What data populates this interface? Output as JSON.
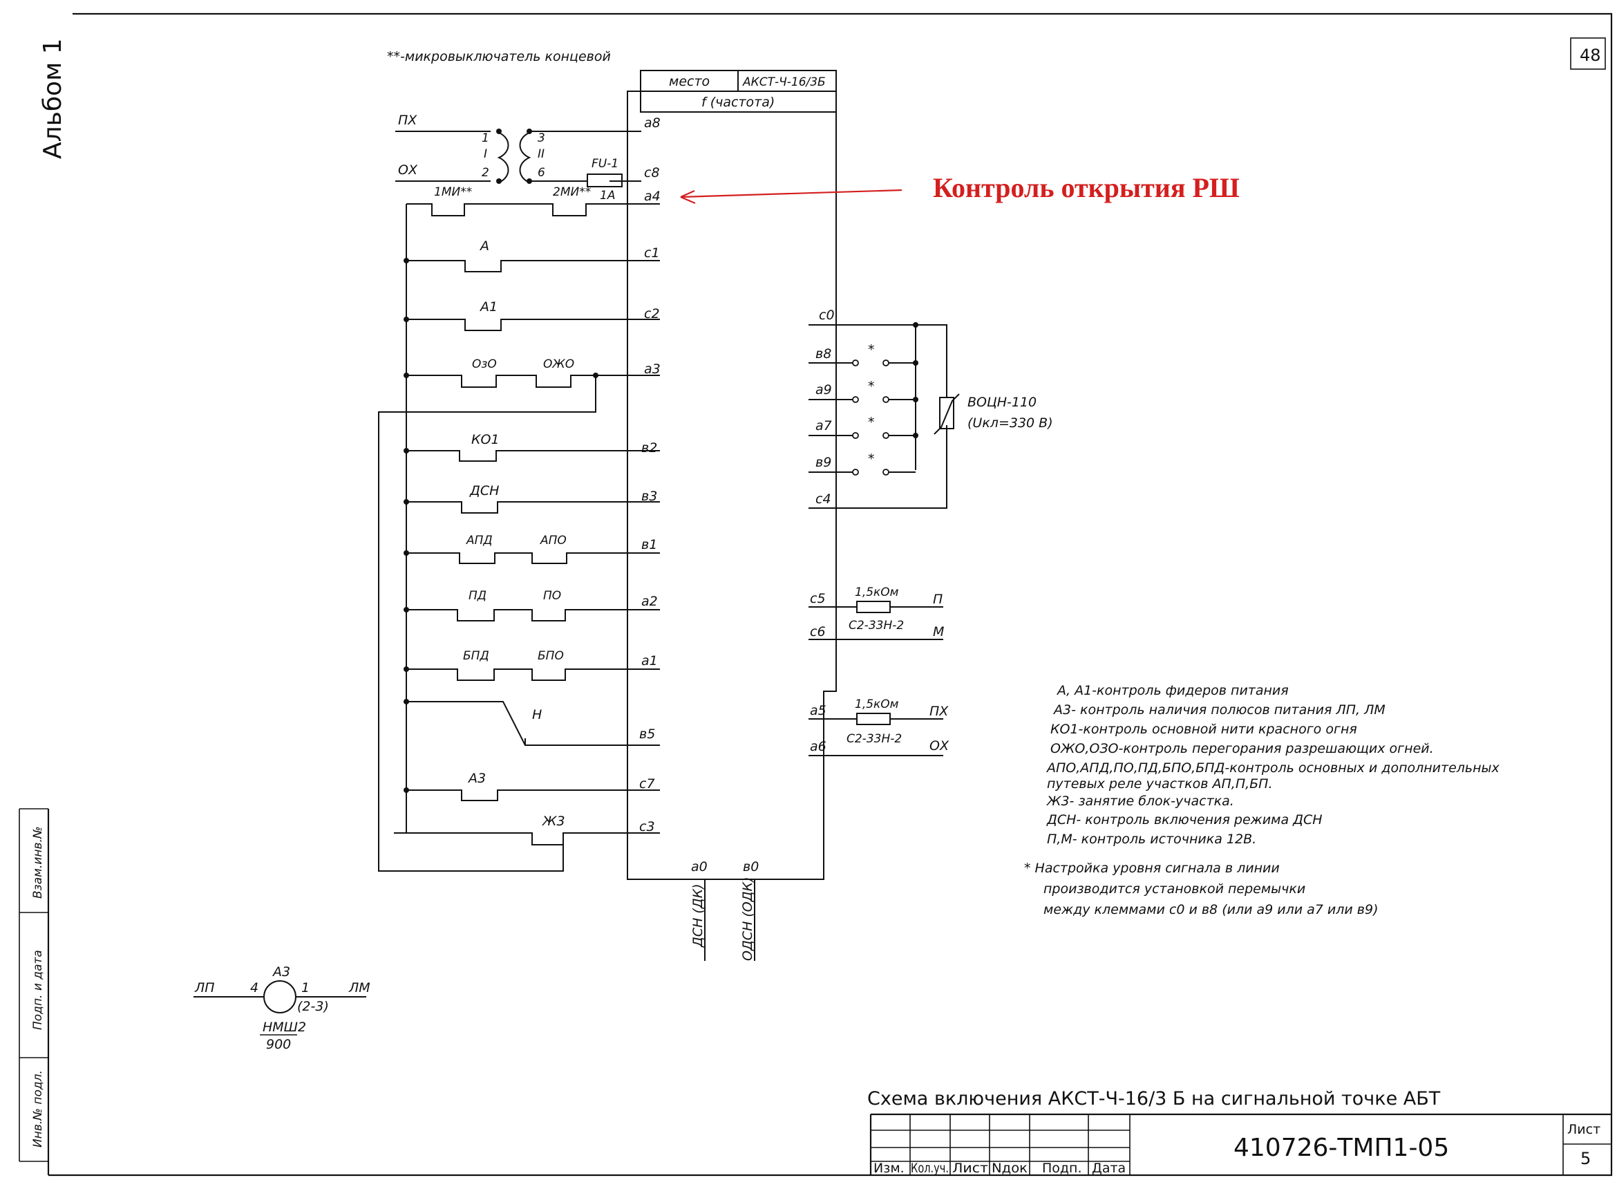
{
  "album": "Альбом 1",
  "sheet_number": "48",
  "footnote_micro": "**-микровыключатель концевой",
  "device": {
    "place_label": "место",
    "model": "АКСТ-Ч-16/3Б",
    "frequency_label": "f (частота)"
  },
  "supply": {
    "px": "ПХ",
    "ox": "ОХ",
    "coil_primary": [
      "1",
      "I",
      "2"
    ],
    "coil_secondary": [
      "3",
      "II",
      "6"
    ],
    "fuse": "FU-1",
    "fuse_rating": "1А"
  },
  "terminals_left": [
    "а8",
    "с8",
    "а4",
    "с1",
    "с2",
    "а3",
    "в2",
    "в3",
    "в1",
    "а2",
    "а1",
    "в5",
    "с7",
    "с3"
  ],
  "terminals_bottom": [
    "а0",
    "в0"
  ],
  "bottom_outputs": [
    "ДСН (ДК)",
    "ОДСН (ОДК)"
  ],
  "contacts": {
    "mi1": "1МИ**",
    "mi2": "2МИ**",
    "a": "А",
    "a1": "А1",
    "ozo": "ОзО",
    "ozho": "ОЖО",
    "ko1": "КО1",
    "dsn": "ДСН",
    "apd": "АПД",
    "apo": "АПО",
    "pd": "ПД",
    "po": "ПО",
    "bpd": "БПД",
    "bpo": "БПО",
    "n": "Н",
    "a3": "А3",
    "zh3": "Ж3"
  },
  "terminals_right": [
    "с0",
    "в8",
    "а9",
    "а7",
    "в9",
    "с4",
    "с5",
    "с6",
    "а5",
    "а6"
  ],
  "jumper_mark": "*",
  "varistor": {
    "name": "ВОЦН-110",
    "value": "(Uкл=330 В)"
  },
  "resistor1": {
    "value": "1,5кОм",
    "type": "С2-33Н-2",
    "out_top": "П",
    "out_bottom": "М"
  },
  "resistor2": {
    "value": "1,5кОм",
    "type": "С2-33Н-2",
    "out_top": "ПХ",
    "out_bottom": "ОХ"
  },
  "annotation_red": "Контроль открытия РШ",
  "legend": [
    "А, А1-контроль фидеров питания",
    "А3- контроль наличия полюсов питания ЛП, ЛМ",
    "КО1-контроль основной нити красного огня",
    "ОЖО,ОЗО-контроль перегорания разрешающих огней.",
    "АПО,АПД,ПО,ПД,БПО,БПД-контроль основных и дополнительных",
    "путевых реле участков АП,П,БП.",
    "Ж3- занятие блок-участка.",
    "ДСН- контроль включения режима ДСН",
    "П,М- контроль источника 12В."
  ],
  "note": [
    "* Настройка уровня сигнала в линии",
    "производится установкой перемычки",
    "между клеммами с0 и в8 (или а9 или а7 или в9)"
  ],
  "relay_a3": {
    "name": "А3",
    "lp": "ЛП",
    "lm": "ЛМ",
    "pin_left": "4",
    "pin_right": "1",
    "pins": "(2-3)",
    "type": "НМШ2",
    "resistance": "900"
  },
  "left_strip": [
    "Инв.№ подл.",
    "Подп. и дата",
    "Взам.инв.№"
  ],
  "drawing_title": "Схема включения АКСТ-Ч-16/3 Б на сигнальной точке АБТ",
  "title_block": {
    "headers": [
      "Изм.",
      "Кол.уч.",
      "Лист",
      "Nдок",
      "Подп.",
      "Дата"
    ],
    "doc_code": "410726-ТМП1-05",
    "sheet_label": "Лист",
    "sheet_value": "5"
  }
}
